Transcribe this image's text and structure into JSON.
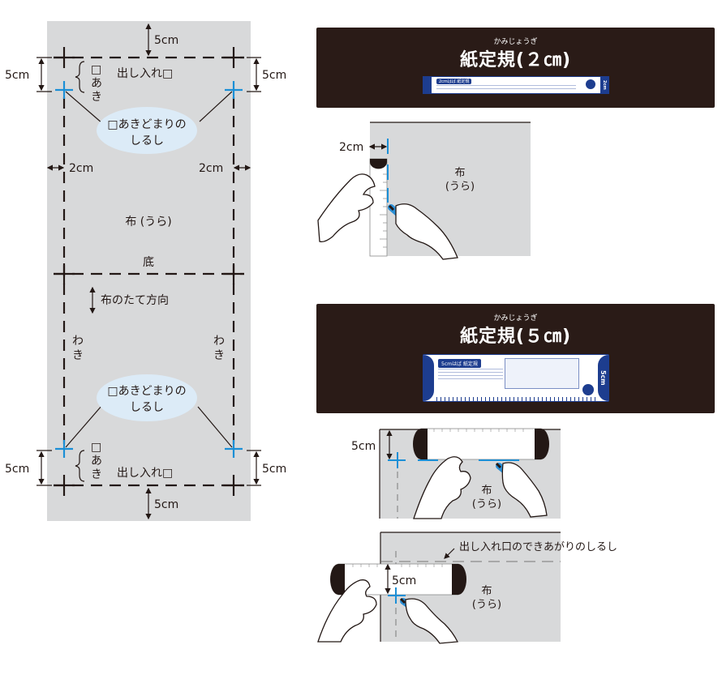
{
  "diagram_left": {
    "dim_top": "5cm",
    "dim_bottom": "5cm",
    "dim_left_top": "5cm",
    "dim_right_top": "5cm",
    "dim_left_bottom": "5cm",
    "dim_right_bottom": "5cm",
    "dim_side_left": "2cm",
    "dim_side_right": "2cm",
    "opening_label_1": "□",
    "opening_label_2": "あ",
    "opening_label_3": "き",
    "pocket_label": "出し入れ□",
    "bubble_line1": "□あきどまりの",
    "bubble_line2": "しるし",
    "fabric_label": "布 (うら)",
    "bottom_label": "底",
    "grain_label": "布のたて方向",
    "side_label_1": "わ",
    "side_label_2": "き"
  },
  "banner_2cm": {
    "ruby": "かみじょうぎ",
    "title": "紙定規(２㎝)",
    "ruler_band": "2cmはば 紙定規",
    "ruler_end": "2cm"
  },
  "banner_5cm": {
    "ruby": "かみじょうぎ",
    "title": "紙定規(５㎝)",
    "ruler_band": "5cmはば 紙定規",
    "ruler_end": "5cm"
  },
  "step1": {
    "dim": "2cm",
    "fabric_line1": "布",
    "fabric_line2": "(うら)"
  },
  "step2": {
    "dim": "5cm",
    "fabric_line1": "布",
    "fabric_line2": "(うら)"
  },
  "step3": {
    "dim": "5cm",
    "mark_label": "出し入れ口のできあがりのしるし",
    "fabric_line1": "布",
    "fabric_line2": "(うら)"
  },
  "colors": {
    "fabric": "#d8d9da",
    "accent_blue": "#1b8fd6",
    "bubble": "#dcebf7",
    "banner": "#2a1b17",
    "ruler_blue": "#1d3d8f"
  }
}
